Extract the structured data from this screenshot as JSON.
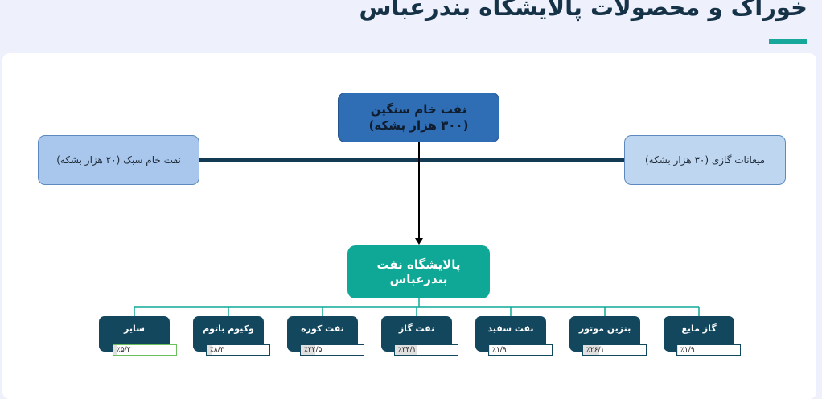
{
  "header": {
    "title": "خوراک و محصولات پالایشگاه بندرعباس"
  },
  "feeds": {
    "heavy_crude": {
      "line1": "نفت خام سنگین",
      "line2": "(۳۰۰ هزار بشکه)"
    },
    "light_crude": "نفت خام سبک (۲۰ هزار بشکه)",
    "condensate": "میعانات گازی (۳۰ هزار بشکه)"
  },
  "refinery": {
    "label": "پالایشگاه نفت بندرعباس"
  },
  "colors": {
    "accent": "#17a79b",
    "feed_primary": "#2f6db4",
    "product": "#12475e",
    "refinery": "#0fa897"
  },
  "products": [
    {
      "name": "گاز مایع",
      "share_text": "٪۱/۹",
      "share_value": 1.9
    },
    {
      "name": "بنزین موتور",
      "share_text": "٪۲۶/۱",
      "share_value": 26.1
    },
    {
      "name": "نفت سفید",
      "share_text": "٪۱/۹",
      "share_value": 1.9
    },
    {
      "name": "نفت گاز",
      "share_text": "٪۳۴/۱",
      "share_value": 34.1
    },
    {
      "name": "نفت کوره",
      "share_text": "٪۲۲/۵",
      "share_value": 22.5
    },
    {
      "name": "وکیوم باتوم",
      "share_text": "٪۸/۳",
      "share_value": 8.3
    },
    {
      "name": "سایر",
      "share_text": "٪۵/۲",
      "share_value": 5.2
    }
  ]
}
